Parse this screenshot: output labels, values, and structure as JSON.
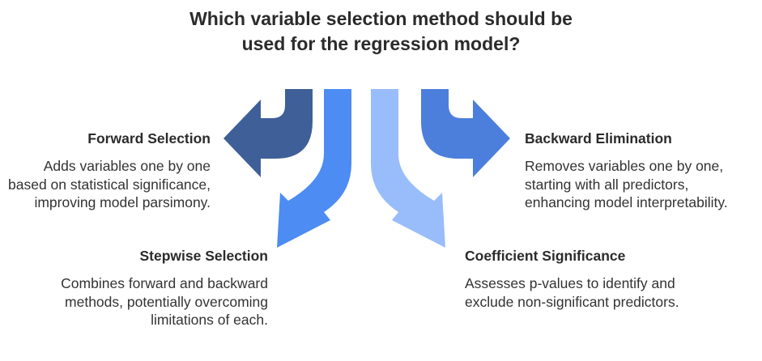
{
  "title": "Which variable selection method should be used for the regression model?",
  "colors": {
    "forward": "#3f5f98",
    "stepwise": "#4d8cf2",
    "coefficient": "#99bdfa",
    "backward": "#4c7fdc"
  },
  "methods": [
    {
      "key": "forward",
      "heading": "Forward Selection",
      "description": "Adds variables one by one based on statistical significance, improving model parsimony."
    },
    {
      "key": "stepwise",
      "heading": "Stepwise Selection",
      "description": "Combines forward and backward methods, potentially overcoming limitations of each."
    },
    {
      "key": "backward",
      "heading": "Backward Elimination",
      "description": "Removes variables one by one, starting with all predictors, enhancing model interpretability."
    },
    {
      "key": "coefficient",
      "heading": "Coefficient Significance",
      "description": "Assesses p-values to identify and exclude non-significant predictors."
    }
  ]
}
